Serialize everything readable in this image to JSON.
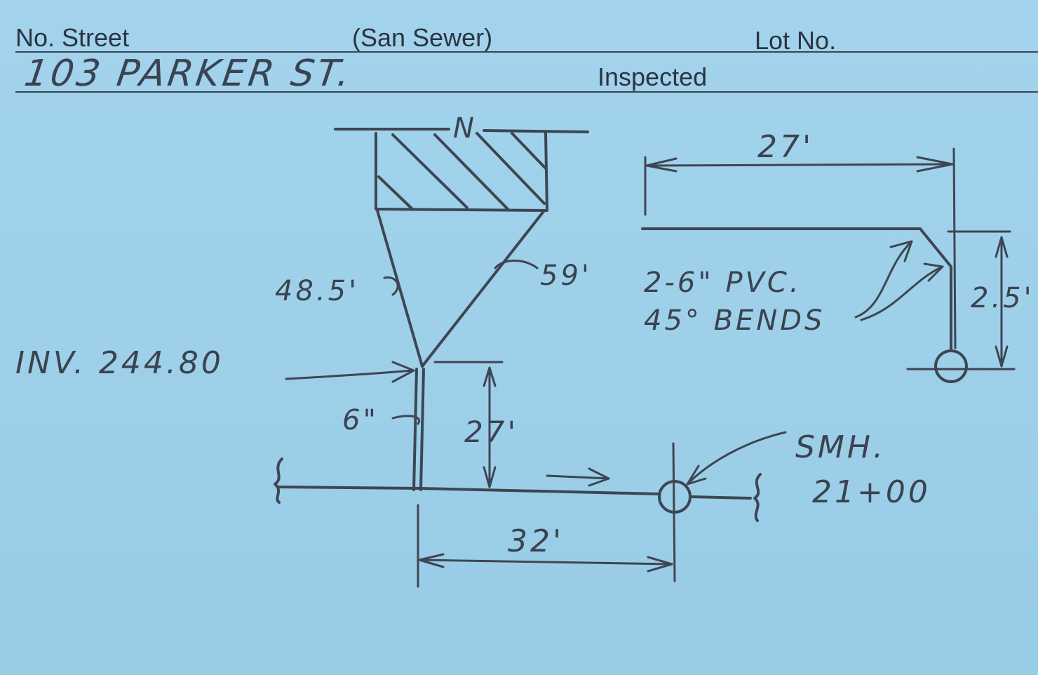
{
  "form": {
    "no_street_label": "No. Street",
    "san_sewer_label": "(San Sewer)",
    "lot_no_label": "Lot No.",
    "inspected_label": "Inspected",
    "address_value": "103 PARKER ST."
  },
  "sketch": {
    "north_marker": "N",
    "left_lateral_length": "48.5'",
    "right_lateral_length": "59'",
    "invert_label": "INV. 244.80",
    "pipe_size": "6\"",
    "offset_vertical": "27'",
    "offset_horizontal": "32'",
    "manhole_label": "SMH.",
    "manhole_station": "21+00",
    "detail_width": "27'",
    "detail_height": "2.5'",
    "bends_note_line1": "2-6\" PVC.",
    "bends_note_line2": "45° BENDS"
  },
  "colors": {
    "card_background": "#9fd0ea",
    "printed_text": "#2b3440",
    "pencil": "#3d4652"
  }
}
